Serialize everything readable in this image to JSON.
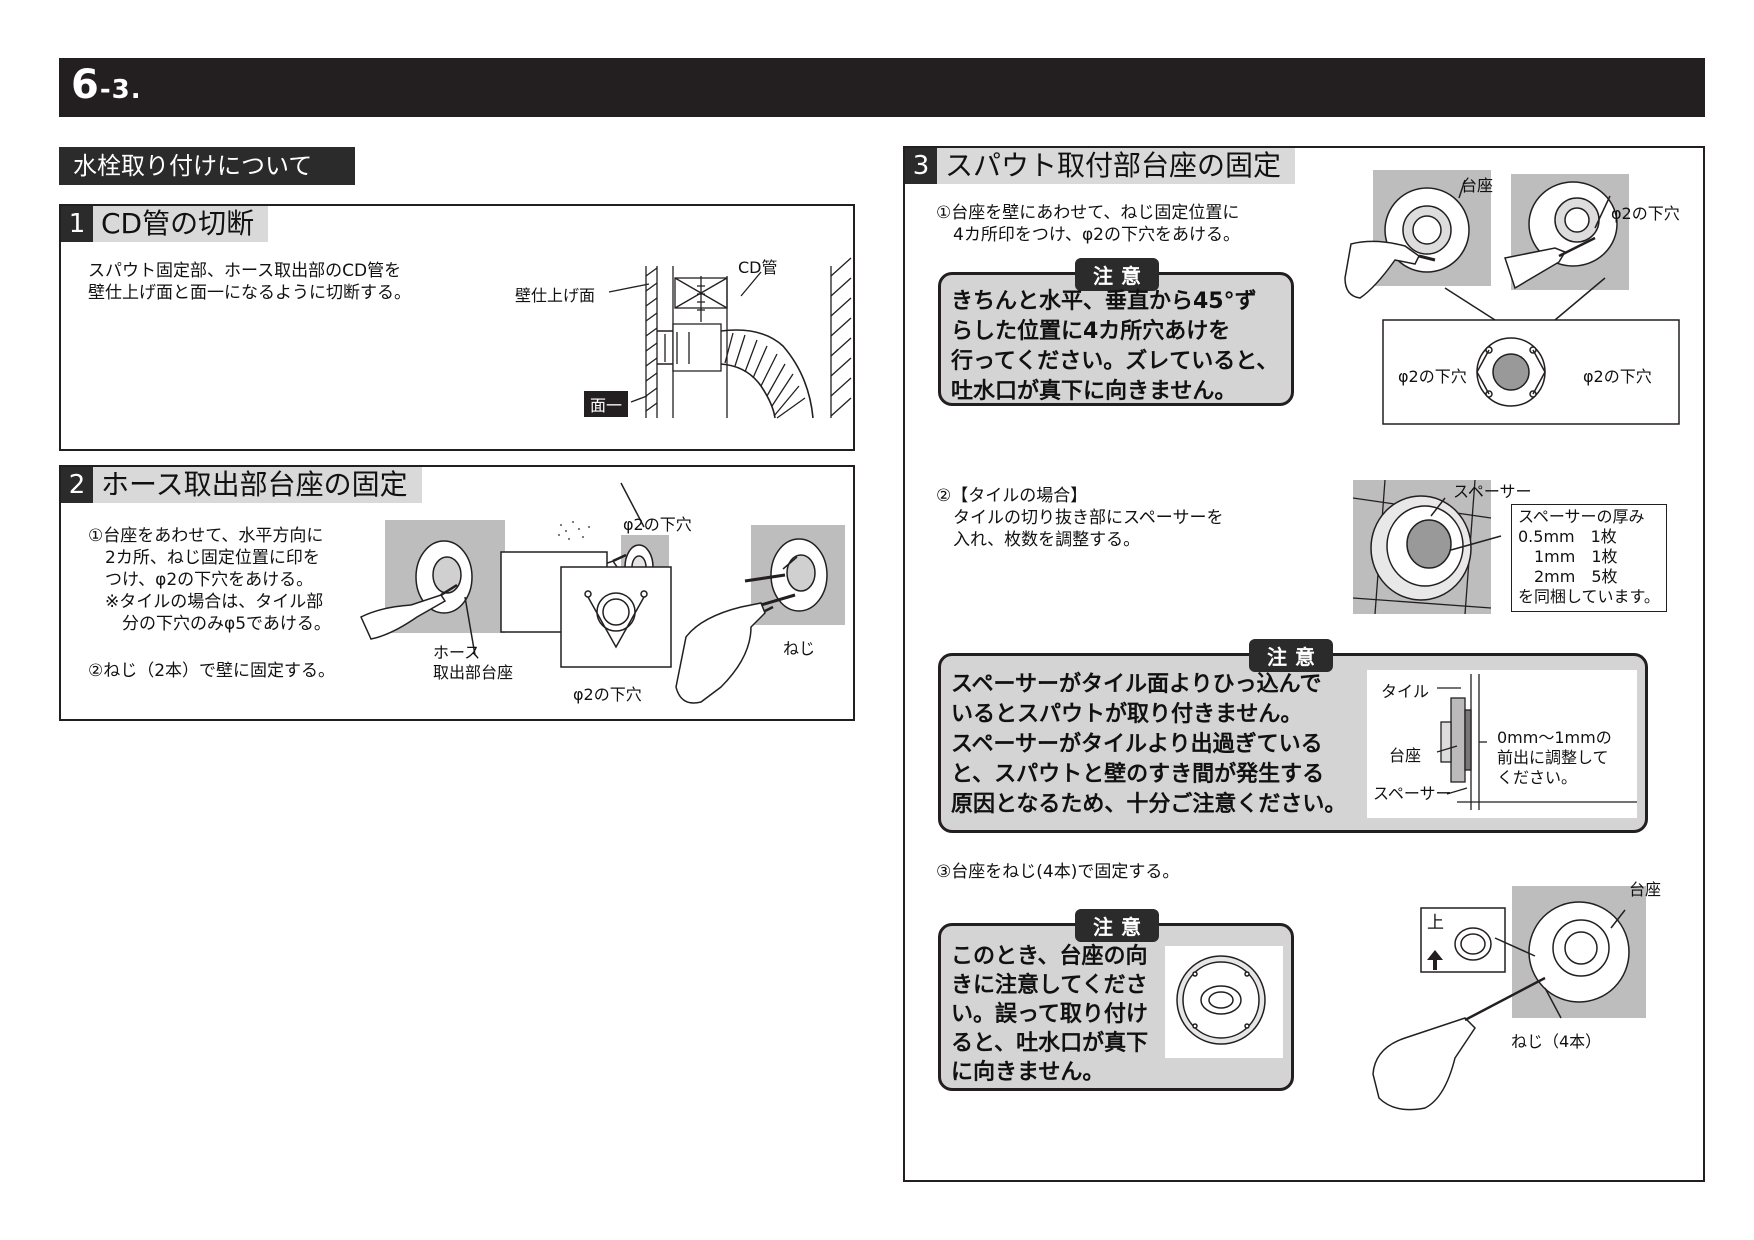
{
  "header": {
    "section_number": "6",
    "section_suffix": "-3."
  },
  "section_title": "水栓取り付けについて",
  "step1": {
    "number": "1",
    "title": "CD管の切断",
    "text": "スパウト固定部、ホース取出部のCD管を\n壁仕上げ面と面一になるように切断する。",
    "label_wall": "壁仕上げ面",
    "label_cd": "CD管",
    "label_flush": "面一"
  },
  "step2": {
    "number": "2",
    "title": "ホース取出部台座の固定",
    "text1": "①台座をあわせて、水平方向に\n　2カ所、ねじ固定位置に印を\n　つけ、φ2の下穴をあける。\n　※タイルの場合は、タイル部\n　　分の下穴のみφ5であける。",
    "text2": "②ねじ（2本）で壁に固定する。",
    "label_base": "ホース\n取出部台座",
    "label_hole_top": "φ2の下穴",
    "label_hole_bottom": "φ2の下穴",
    "label_screw": "ねじ"
  },
  "step3": {
    "number": "3",
    "title": "スパウト取付部台座の固定",
    "text1": "①台座を壁にあわせて、ねじ固定位置に\n　4カ所印をつけ、φ2の下穴をあける。",
    "caution1_tag": "注意",
    "caution1_text": "きちんと水平、垂直から45°ず\nらした位置に4カ所穴あけを\n行ってください。ズレていると、\n吐水口が真下に向きません。",
    "label_base": "台座",
    "label_hole_right": "φ2の下穴",
    "label_hole_left2": "φ2の下穴",
    "label_hole_right2": "φ2の下穴",
    "text2": "②【タイルの場合】\n　タイルの切り抜き部にスペーサーを\n　入れ、枚数を調整する。",
    "label_spacer": "スペーサー",
    "spacer_box": "スペーサーの厚み\n0.5mm　1枚\n　1mm　1枚\n　2mm　5枚\nを同梱しています。",
    "caution2_tag": "注意",
    "caution2_text": "スペーサーがタイル面よりひっ込んで\nいるとスパウトが取り付きません。\nスペーサーがタイルより出過ぎている\nと、スパウトと壁のすき間が発生する\n原因となるため、十分ご注意ください。",
    "label_tile": "タイル",
    "label_base2": "台座",
    "label_spacer2": "スペーサー",
    "label_adjust": "0mm〜1mmの\n前出に調整して\nください。",
    "text3": "③台座をねじ(4本)で固定する。",
    "caution3_tag": "注意",
    "caution3_text": "このとき、台座の向\nきに注意してくださ\nい。誤って取り付け\nると、吐水口が真下\nに向きません。",
    "label_up": "上",
    "label_base3": "台座",
    "label_screw4": "ねじ（4本）"
  }
}
